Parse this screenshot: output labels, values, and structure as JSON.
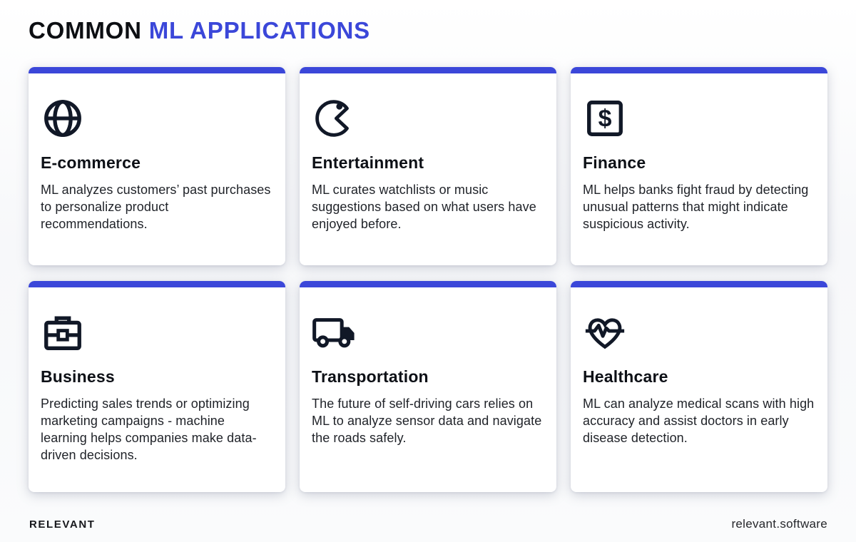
{
  "title": {
    "prefix": "COMMON",
    "highlight": "ML APPLICATIONS"
  },
  "colors": {
    "accent": "#3B47D9",
    "icon": "#111827",
    "body_text": "#1F2228"
  },
  "cards": [
    {
      "icon": "globe-icon",
      "title": "E-commerce",
      "description": "ML analyzes customers’ past purchases to personalize product recommendations."
    },
    {
      "icon": "pacman-icon",
      "title": "Entertainment",
      "description": "ML curates watchlists or music suggestions based on what users have enjoyed before."
    },
    {
      "icon": "dollar-square-icon",
      "title": "Finance",
      "description": "ML helps banks fight fraud by detecting unusual patterns that might indicate suspicious activity."
    },
    {
      "icon": "briefcase-icon",
      "title": "Business",
      "description": "Predicting sales trends or optimizing marketing campaigns - machine learning helps companies make data-driven decisions."
    },
    {
      "icon": "truck-icon",
      "title": "Transportation",
      "description": "The future of self-driving cars relies on ML to analyze sensor data and navigate the roads safely."
    },
    {
      "icon": "heart-pulse-icon",
      "title": "Healthcare",
      "description": "ML can analyze medical scans with high accuracy and assist doctors in early disease detection."
    }
  ],
  "footer": {
    "brand": "RELEVANT",
    "website": "relevant.software"
  }
}
